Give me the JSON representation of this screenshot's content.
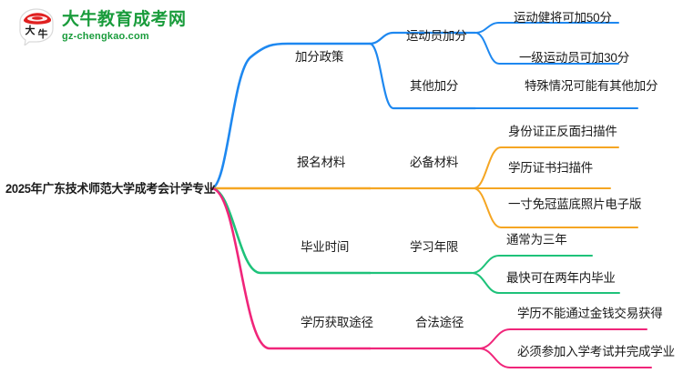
{
  "logo": {
    "mark_text": "大牛",
    "title": "大牛教育成考网",
    "subtitle": "gz-chengkao.com",
    "brand_color": "#1a9c3c",
    "mark_accent_color": "#e02020"
  },
  "mindmap": {
    "center": {
      "label": "2025年广东技术师范大学成考会计学专业"
    },
    "branches": [
      {
        "label": "加分政策",
        "color": "#1e88f0",
        "children": [
          {
            "label": "运动员加分",
            "leaves": [
              {
                "label": "运动健将可加50分"
              },
              {
                "label": "一级运动员可加30分"
              }
            ]
          },
          {
            "label": "其他加分",
            "leaves": [
              {
                "label": "特殊情况可能有其他加分"
              }
            ]
          }
        ]
      },
      {
        "label": "报名材料",
        "color": "#f5a623",
        "children": [
          {
            "label": "必备材料",
            "leaves": [
              {
                "label": "身份证正反面扫描件"
              },
              {
                "label": "学历证书扫描件"
              },
              {
                "label": "一寸免冠蓝底照片电子版"
              }
            ]
          }
        ]
      },
      {
        "label": "毕业时间",
        "color": "#1ec27a",
        "children": [
          {
            "label": "学习年限",
            "leaves": [
              {
                "label": "通常为三年"
              },
              {
                "label": "最快可在两年内毕业"
              }
            ]
          }
        ]
      },
      {
        "label": "学历获取途径",
        "color": "#f0257a",
        "children": [
          {
            "label": "合法途径",
            "leaves": [
              {
                "label": "学历不能通过金钱交易获得"
              },
              {
                "label": "必须参加入学考试并完成学业"
              }
            ]
          }
        ]
      }
    ]
  }
}
